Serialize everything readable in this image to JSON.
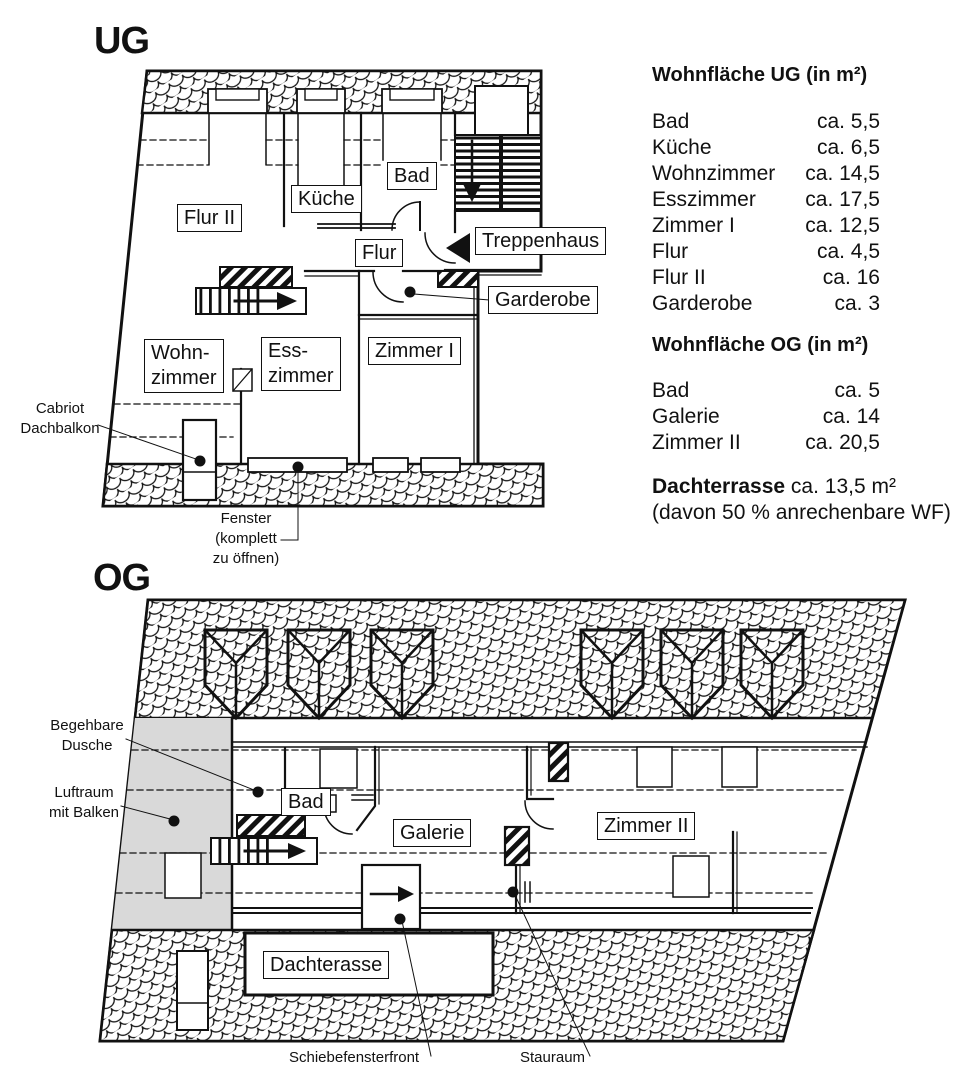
{
  "ug": {
    "title": "UG",
    "labels": {
      "flur2": "Flur II",
      "kueche": "Küche",
      "bad": "Bad",
      "flur": "Flur",
      "treppenhaus": "Treppenhaus",
      "garderobe": "Garderobe",
      "zimmer1": "Zimmer I",
      "wohn1": "Wohn-",
      "wohn2": "zimmer",
      "ess1": "Ess-",
      "ess2": "zimmer"
    },
    "notes": {
      "cabriot1": "Cabriot",
      "cabriot2": "Dachbalkon",
      "fenster1": "Fenster",
      "fenster2": "(komplett",
      "fenster3": "zu öffnen)"
    }
  },
  "og": {
    "title": "OG",
    "labels": {
      "bad": "Bad",
      "galerie": "Galerie",
      "zimmer2": "Zimmer II",
      "dachterasse": "Dachterasse"
    },
    "notes": {
      "dusche1": "Begehbare",
      "dusche2": "Dusche",
      "luftraum1": "Luftraum",
      "luftraum2": "mit Balken",
      "schiebefensterfront": "Schiebefensterfront",
      "stauraum": "Stauraum"
    }
  },
  "legend": {
    "ug_heading": "Wohnfläche UG (in m²)",
    "ug_rows": [
      {
        "name": "Bad",
        "value": "ca. 5,5"
      },
      {
        "name": "Küche",
        "value": "ca. 6,5"
      },
      {
        "name": "Wohnzimmer",
        "value": "ca. 14,5"
      },
      {
        "name": "Esszimmer",
        "value": "ca. 17,5"
      },
      {
        "name": "Zimmer I",
        "value": "ca. 12,5"
      },
      {
        "name": "Flur",
        "value": "ca. 4,5"
      },
      {
        "name": "Flur II",
        "value": "ca. 16"
      },
      {
        "name": "Garderobe",
        "value": "ca. 3"
      }
    ],
    "og_heading": "Wohnfläche OG (in m²)",
    "og_rows": [
      {
        "name": "Bad",
        "value": "ca. 5"
      },
      {
        "name": "Galerie",
        "value": "ca. 14"
      },
      {
        "name": "Zimmer II",
        "value": "ca. 20,5"
      }
    ],
    "terrace_bold": "Dachterrasse",
    "terrace_rest": " ca. 13,5 m²",
    "terrace_note": "(davon 50 % anrechenbare WF)"
  },
  "colors": {
    "ink": "#111111",
    "luftraum_fill": "#d9d9d9"
  }
}
